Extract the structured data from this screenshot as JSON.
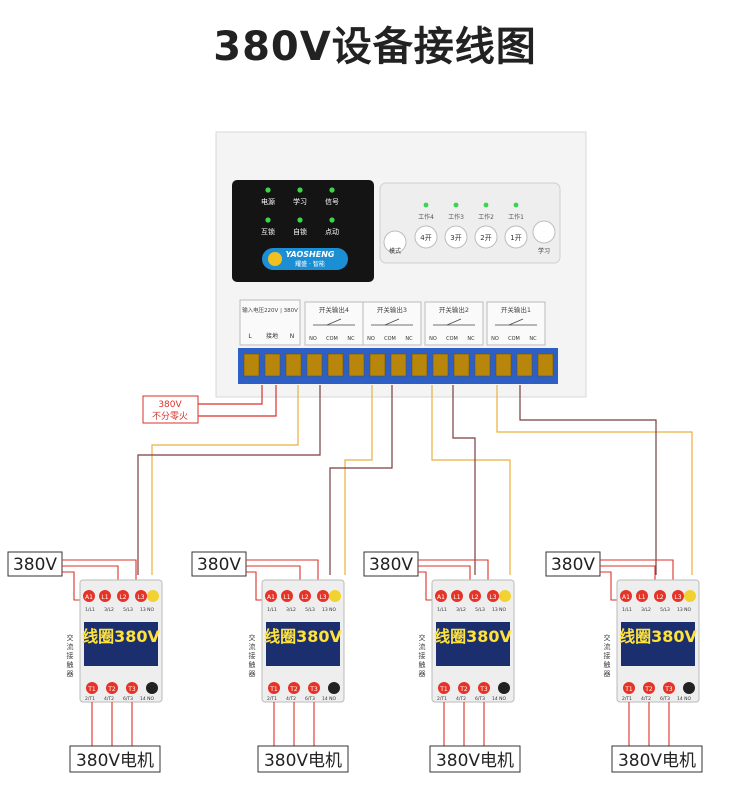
{
  "title": "380V设备接线图",
  "controller": {
    "status_leds": [
      "电源",
      "学习",
      "信号",
      "互锁",
      "自锁",
      "点动"
    ],
    "brand": "YAOSHENG",
    "brand_sub": "耀盛 · 智能",
    "work_leds": [
      "工作4",
      "工作3",
      "工作2",
      "工作1"
    ],
    "buttons": [
      "4开",
      "3开",
      "2开",
      "1开"
    ],
    "mode_button": "模式",
    "learn_button": "学习",
    "input_header": "输入电压220V | 380V",
    "input_terms": [
      "L",
      "接地",
      "N"
    ],
    "outputs": [
      "开关输出4",
      "开关输出3",
      "开关输出2",
      "开关输出1"
    ],
    "out_terms": [
      "NO",
      "COM",
      "NC"
    ]
  },
  "supply_label": [
    "380V",
    "不分零火"
  ],
  "contactor": {
    "voltage_tag": "380V",
    "coil_text": "线圈380V",
    "side_text": "交流接触器",
    "top_terms": [
      "A1",
      "L1",
      "L2",
      "L3"
    ],
    "top_small": [
      "1/L1",
      "3/L2",
      "5/L3",
      "13 NO"
    ],
    "bottom_terms": [
      "T1",
      "T2",
      "T3"
    ],
    "bottom_small": [
      "2/T1",
      "4/T2",
      "6/T3",
      "14 NO"
    ],
    "motor_label": "380V电机"
  },
  "colors": {
    "wire_orange": "#e8b040",
    "wire_dark": "#7a3f3f",
    "wire_red": "#d9312b",
    "terminal": "#2d5fc4",
    "terminal_yellow": "#b8860b",
    "coil_text": "#ffe23a"
  }
}
